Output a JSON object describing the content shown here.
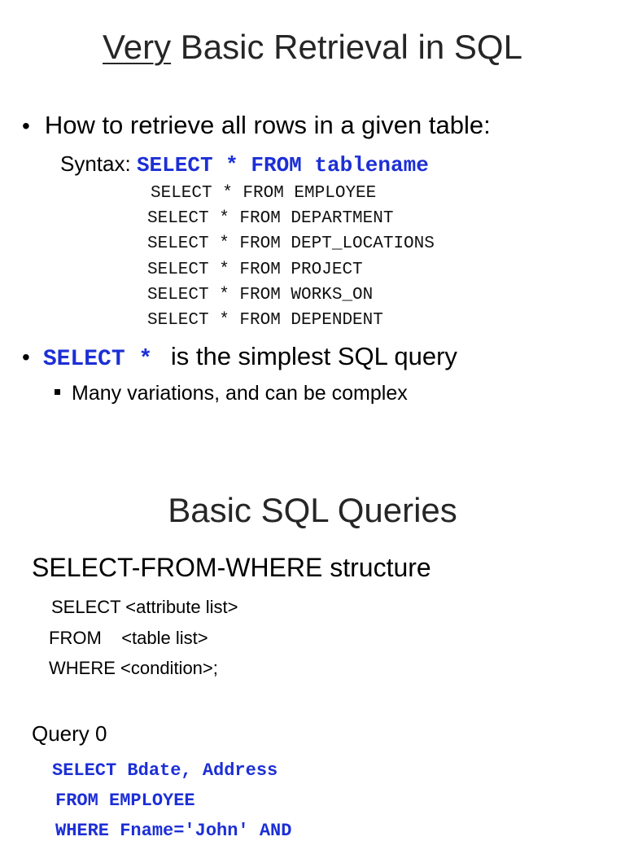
{
  "slide1": {
    "title_underlined": "Very",
    "title_rest": " Basic Retrieval in SQL",
    "bullet_symbol": "•",
    "bullet1_text": "How to retrieve all rows in a given table:",
    "syntax_label": "Syntax: ",
    "syntax_code": "SELECT * FROM tablename",
    "examples": [
      "SELECT * FROM EMPLOYEE",
      "SELECT * FROM DEPARTMENT",
      "SELECT * FROM DEPT_LOCATIONS",
      "SELECT * FROM PROJECT",
      "SELECT * FROM WORKS_ON",
      "SELECT * FROM DEPENDENT"
    ],
    "bullet2_code": "SELECT *",
    "bullet2_text": " is the simplest SQL query",
    "sub_bullet_text": "Many variations, and can be complex"
  },
  "slide2": {
    "title": "Basic SQL Queries",
    "heading": "SELECT-FROM-WHERE structure",
    "structure_lines": [
      "SELECT <attribute list>",
      "FROM    <table list>",
      "WHERE <condition>;"
    ],
    "query_label": "Query 0",
    "query_lines": [
      "SELECT Bdate, Address",
      "FROM EMPLOYEE",
      "WHERE Fname='John' AND"
    ]
  },
  "colors": {
    "code_blue": "#1c2fd6",
    "title_gray": "#262626"
  }
}
